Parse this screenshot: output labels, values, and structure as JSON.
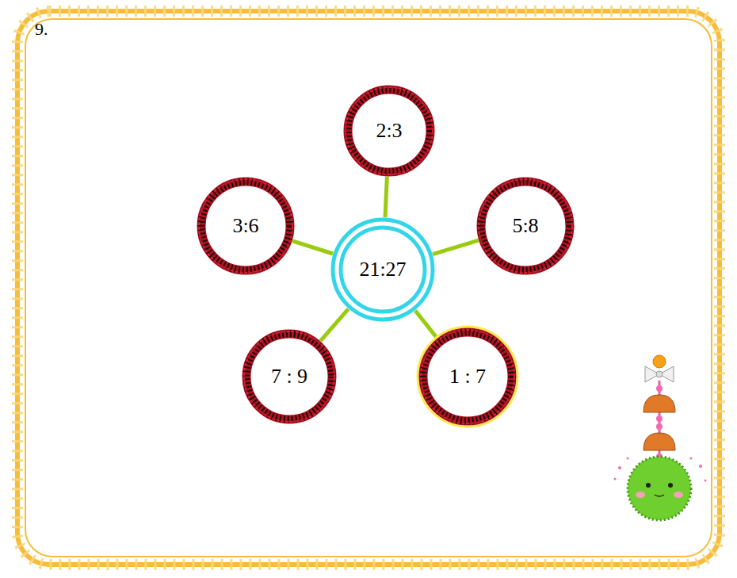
{
  "diagram": {
    "nodes": [
      {
        "text": [
          "2:3"
        ]
      },
      {
        "text": [
          "3:6"
        ]
      },
      {
        "text": [
          "5:8"
        ]
      },
      {
        "text": [
          "21:27"
        ]
      },
      {
        "text": [
          "7 : 9"
        ]
      },
      {
        "text": [
          "1 : 7"
        ]
      }
    ],
    "edges": [
      {
        "from": 3,
        "to": 0,
        "arrow": "none"
      },
      {
        "from": 3,
        "to": 1,
        "arrow": "none"
      },
      {
        "from": 3,
        "to": 2,
        "arrow": "none"
      },
      {
        "from": 3,
        "to": 4,
        "arrow": "none"
      },
      {
        "from": 3,
        "to": 5,
        "arrow": "none"
      }
    ],
    "labels": [
      "9."
    ]
  }
}
